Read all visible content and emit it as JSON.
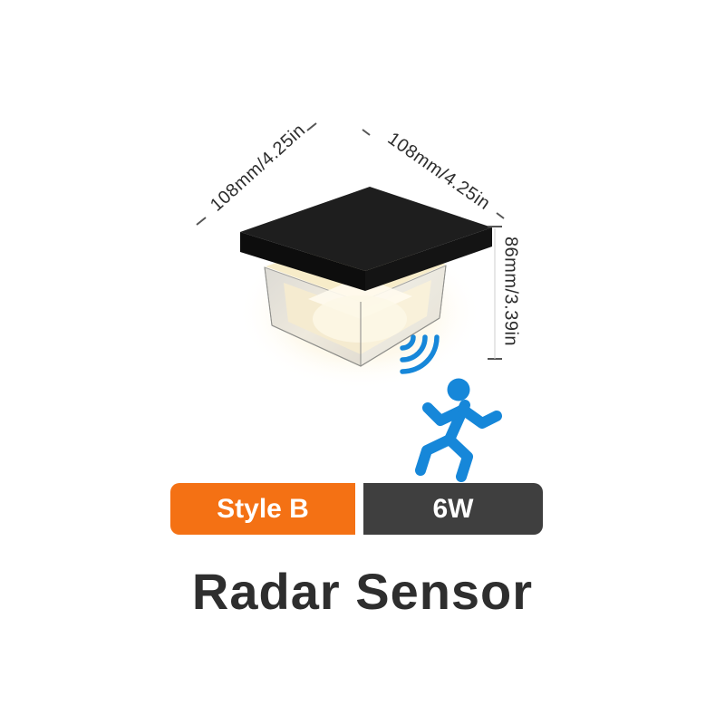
{
  "product_figure": {
    "dimension_labels": {
      "top_left": "108mm/4.25in",
      "top_right": "108mm/4.25in",
      "side": "86mm/3.39in"
    },
    "icons": {
      "radar_waves": "radar-waves-icon",
      "running_person": "running-person-icon",
      "lamp": "ceiling-lamp-image"
    },
    "colors": {
      "accent_blue": "#1687D9",
      "badge_orange": "#F47114",
      "badge_dark": "#3F3F3F",
      "lamp_cap_black": "#1E1E1E",
      "lamp_glow_warm": "#FBF3DC",
      "dimension_text": "#2D2D2D",
      "title_text": "#2E2E2E"
    }
  },
  "badges": {
    "style": "Style B",
    "wattage": "6W"
  },
  "title": "Radar Sensor"
}
